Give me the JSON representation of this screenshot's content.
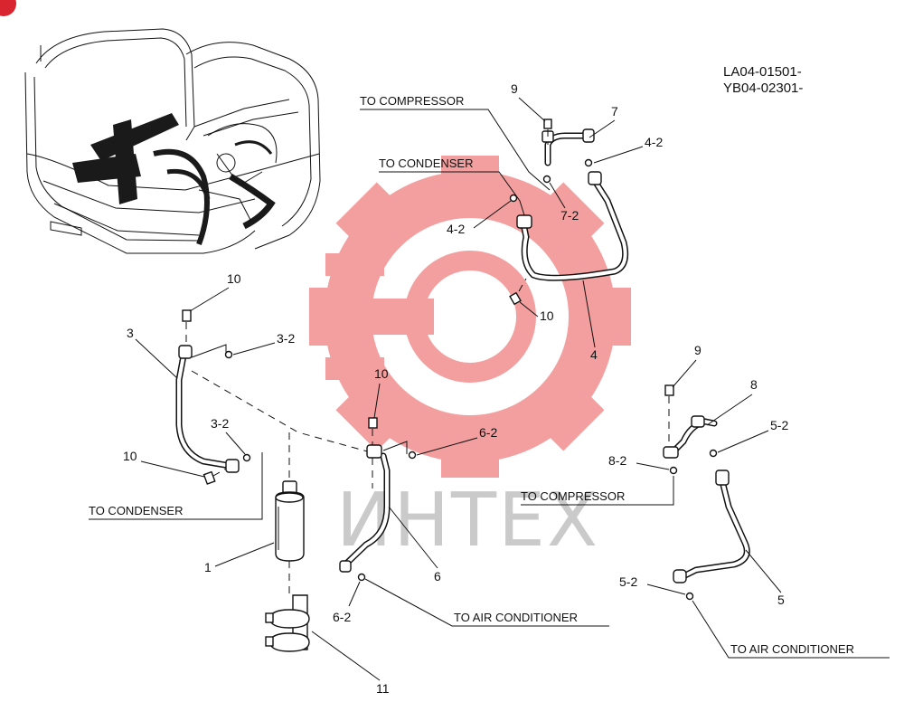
{
  "model_codes": [
    "LA04-01501-",
    "YB04-02301-"
  ],
  "watermark": {
    "text": "ИНТЕХ",
    "gear_color": "#f39a9a",
    "text_color": "#c8c8c8"
  },
  "destinations": {
    "compressor_top": "TO COMPRESSOR",
    "condenser_top": "TO CONDENSER",
    "condenser_left": "TO CONDENSER",
    "compressor_right": "TO COMPRESSOR",
    "air_conditioner_mid": "TO AIR CONDITIONER",
    "air_conditioner_right": "TO AIR CONDITIONER"
  },
  "callouts": {
    "p1": "1",
    "p3": "3",
    "p3_2a": "3-2",
    "p3_2b": "3-2",
    "p4": "4",
    "p4_2a": "4-2",
    "p4_2b": "4-2",
    "p5": "5",
    "p5_2a": "5-2",
    "p5_2b": "5-2",
    "p6": "6",
    "p6_2a": "6-2",
    "p6_2b": "6-2",
    "p7": "7",
    "p7_2": "7-2",
    "p8": "8",
    "p8_2": "8-2",
    "p9a": "9",
    "p9b": "9",
    "p10a": "10",
    "p10b": "10",
    "p10c": "10",
    "p10d": "10",
    "p11": "11"
  }
}
